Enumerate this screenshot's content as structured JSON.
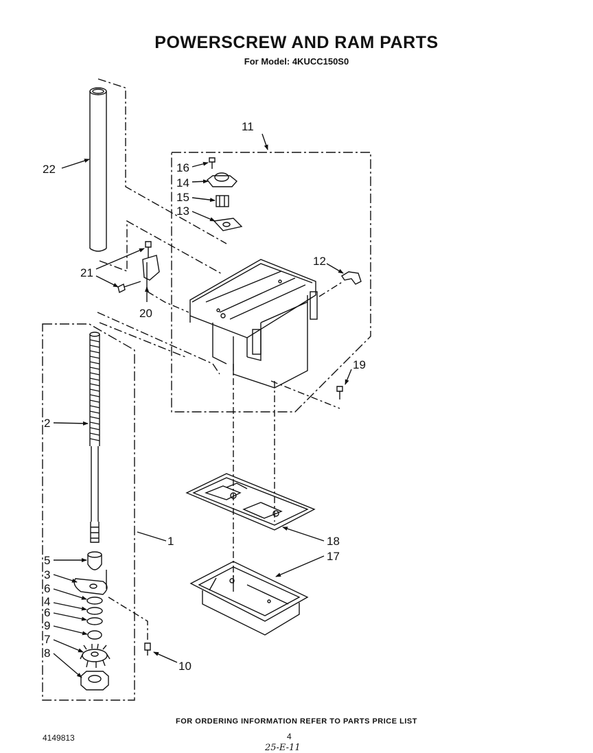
{
  "title": "POWERSCREW AND RAM PARTS",
  "subtitle": "For Model: 4KUCC150S0",
  "footer_note": "FOR ORDERING INFORMATION REFER TO PARTS PRICE LIST",
  "doc_number": "4149813",
  "page_number": "4",
  "handwritten_date": "25-E-11",
  "callouts": {
    "c1": "1",
    "c2": "2",
    "c3": "3",
    "c4": "4",
    "c5": "5",
    "c6a": "6",
    "c6b": "6",
    "c7": "7",
    "c8": "8",
    "c9": "9",
    "c10": "10",
    "c11": "11",
    "c12": "12",
    "c13": "13",
    "c14": "14",
    "c15": "15",
    "c16": "16",
    "c17": "17",
    "c18": "18",
    "c19": "19",
    "c20": "20",
    "c21": "21",
    "c22": "22"
  }
}
